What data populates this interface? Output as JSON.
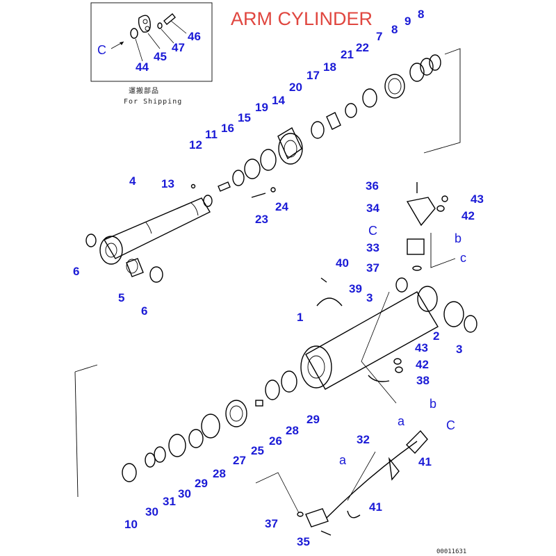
{
  "title": "ARM CYLINDER",
  "inset": {
    "caption_jp": "運搬部品",
    "caption_en": "For Shipping"
  },
  "view_letters": {
    "c1": "C",
    "c2": "C",
    "c3": "c",
    "c4": "C",
    "b1": "b",
    "b2": "b",
    "a1": "a",
    "a2": "a"
  },
  "part_numbers": {
    "p44": "44",
    "p45": "45",
    "p47": "47",
    "p46": "46",
    "p8a": "8",
    "p9": "9",
    "p8b": "8",
    "p7": "7",
    "p22": "22",
    "p21": "21",
    "p18": "18",
    "p17": "17",
    "p20": "20",
    "p14": "14",
    "p19": "19",
    "p15": "15",
    "p16": "16",
    "p11": "11",
    "p12": "12",
    "p4": "4",
    "p13": "13",
    "p23": "23",
    "p24": "24",
    "p6a": "6",
    "p5": "5",
    "p6b": "6",
    "p36": "36",
    "p43a": "43",
    "p34": "34",
    "p42a": "42",
    "p33": "33",
    "p37a": "37",
    "p40": "40",
    "p39": "39",
    "p3a": "3",
    "p1": "1",
    "p2": "2",
    "p3b": "3",
    "p43b": "43",
    "p42b": "42",
    "p38": "38",
    "p29a": "29",
    "p28a": "28",
    "p26": "26",
    "p25": "25",
    "p27": "27",
    "p28b": "28",
    "p29b": "29",
    "p30a": "30",
    "p31": "31",
    "p30b": "30",
    "p10": "10",
    "p32": "32",
    "p41a": "41",
    "p41b": "41",
    "p37b": "37",
    "p35": "35"
  },
  "drawing_number": "00011631"
}
